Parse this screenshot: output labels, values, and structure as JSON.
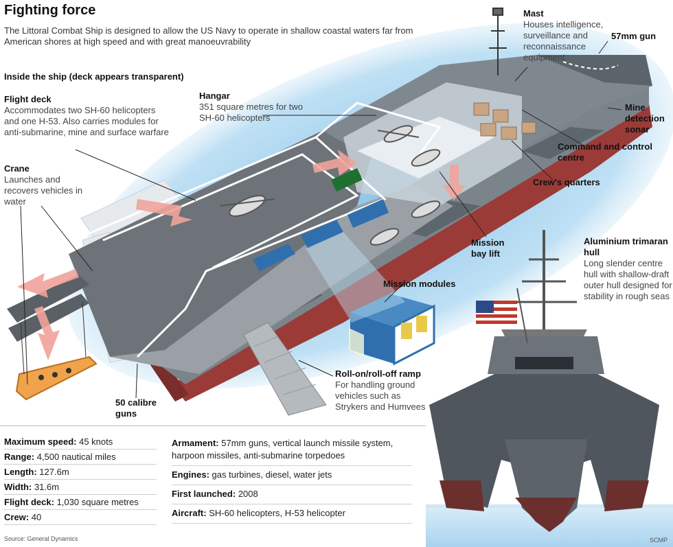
{
  "header": {
    "title": "Fighting force",
    "intro": "The Littoral Combat Ship is designed to allow the US Navy to operate in shallow coastal waters far from American shores at high speed and with great manoeuvrability",
    "section": "Inside the ship (deck appears transparent)"
  },
  "labels": {
    "flight_deck": {
      "title": "Flight deck",
      "desc": "Accommodates two SH-60 helicopters and one H-53. Also carries modules for anti-submarine, mine and surface warfare"
    },
    "crane": {
      "title": "Crane",
      "desc": "Launches and recovers vehicles in water"
    },
    "hangar": {
      "title": "Hangar",
      "desc": "351 square metres for two SH-60 helicopters"
    },
    "mast": {
      "title": "Mast",
      "desc": "Houses intelligence, surveillance and reconnaissance equipment"
    },
    "gun57": "57mm gun",
    "mine_sonar": "Mine detection sonar",
    "command": "Command and control centre",
    "crew_quarters": "Crew's quarters",
    "bay_lift": "Mission bay lift",
    "modules": "Mission modules",
    "hull": {
      "title": "Aluminium trimaran hull",
      "desc": "Long slender centre hull with shallow-draft outer hull designed for stability in rough seas"
    },
    "ramp": {
      "title": "Roll-on/roll-off ramp",
      "desc": "For handling ground vehicles such as Strykers and Humvees"
    },
    "guns50": "50 calibre guns"
  },
  "specs_left": [
    {
      "k": "Maximum speed:",
      "v": "45 knots"
    },
    {
      "k": "Range:",
      "v": "4,500 nautical miles"
    },
    {
      "k": "Length:",
      "v": "127.6m"
    },
    {
      "k": "Width:",
      "v": "31.6m"
    },
    {
      "k": "Flight deck:",
      "v": "1,030 square metres"
    },
    {
      "k": "Crew:",
      "v": "40"
    }
  ],
  "specs_right": [
    {
      "k": "Armament:",
      "v": "57mm guns, vertical launch missile system, harpoon missiles, anti-submarine torpedoes"
    },
    {
      "k": "Engines:",
      "v": "gas turbines, diesel, water jets"
    },
    {
      "k": "First launched:",
      "v": "2008"
    },
    {
      "k": "Aircraft:",
      "v": "SH-60 helicopters, H-53 helicopter"
    }
  ],
  "footer": {
    "source": "Source: General Dynamics",
    "credit": "SCMP"
  },
  "colors": {
    "water": "#bfe0f4",
    "hull_red": "#9a3b37",
    "ship_gray": "#8a9096",
    "deck": "#6d7379",
    "module_blue": "#2f6fae",
    "arrow_pink": "#f0a39b"
  }
}
